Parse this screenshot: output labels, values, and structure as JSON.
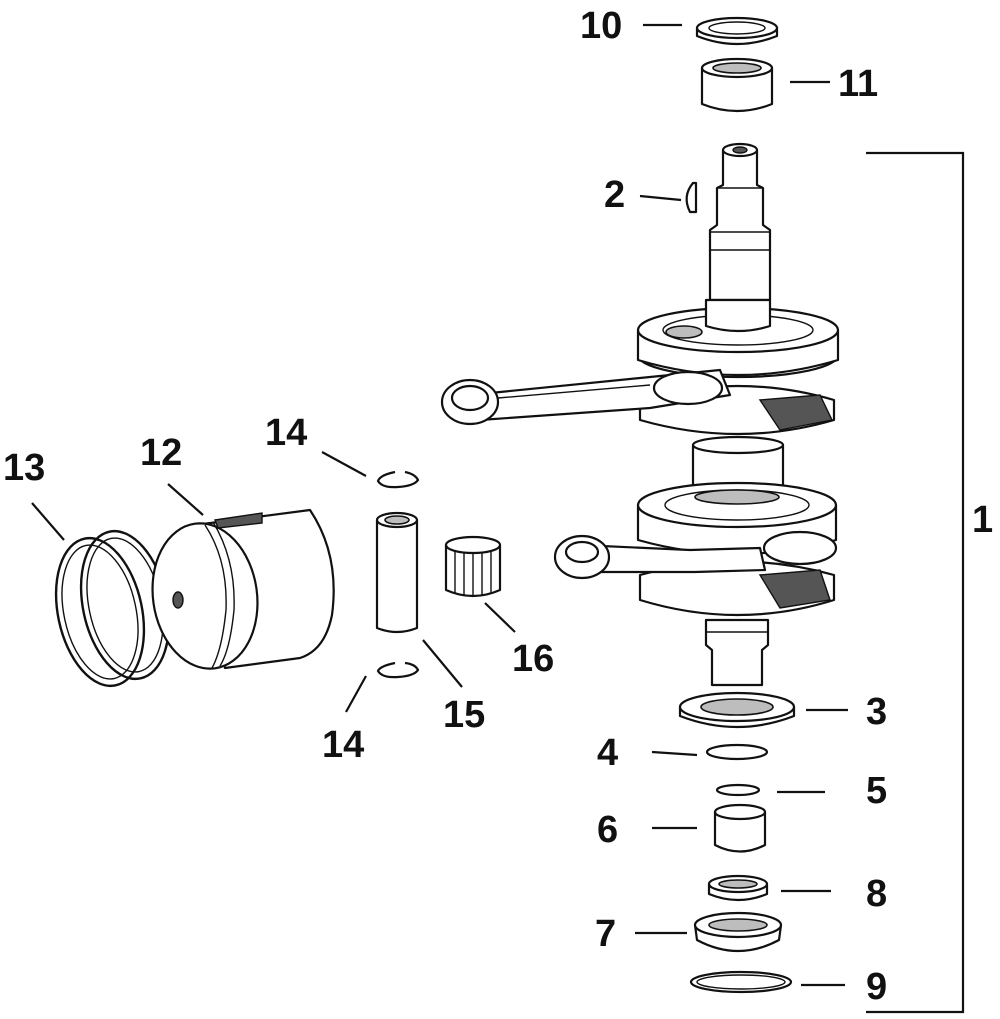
{
  "callouts": [
    {
      "id": "c1",
      "label": "1"
    },
    {
      "id": "c2",
      "label": "2"
    },
    {
      "id": "c3",
      "label": "3"
    },
    {
      "id": "c4",
      "label": "4"
    },
    {
      "id": "c5",
      "label": "5"
    },
    {
      "id": "c6",
      "label": "6"
    },
    {
      "id": "c7",
      "label": "7"
    },
    {
      "id": "c8",
      "label": "8"
    },
    {
      "id": "c9",
      "label": "9"
    },
    {
      "id": "c10",
      "label": "10"
    },
    {
      "id": "c11",
      "label": "11"
    },
    {
      "id": "c12",
      "label": "12"
    },
    {
      "id": "c13",
      "label": "13"
    },
    {
      "id": "c14a",
      "label": "14"
    },
    {
      "id": "c14b",
      "label": "14"
    },
    {
      "id": "c15",
      "label": "15"
    },
    {
      "id": "c16",
      "label": "16"
    }
  ],
  "colors": {
    "line": "#111111",
    "background": "#ffffff",
    "shade": "#bdbdbd"
  }
}
